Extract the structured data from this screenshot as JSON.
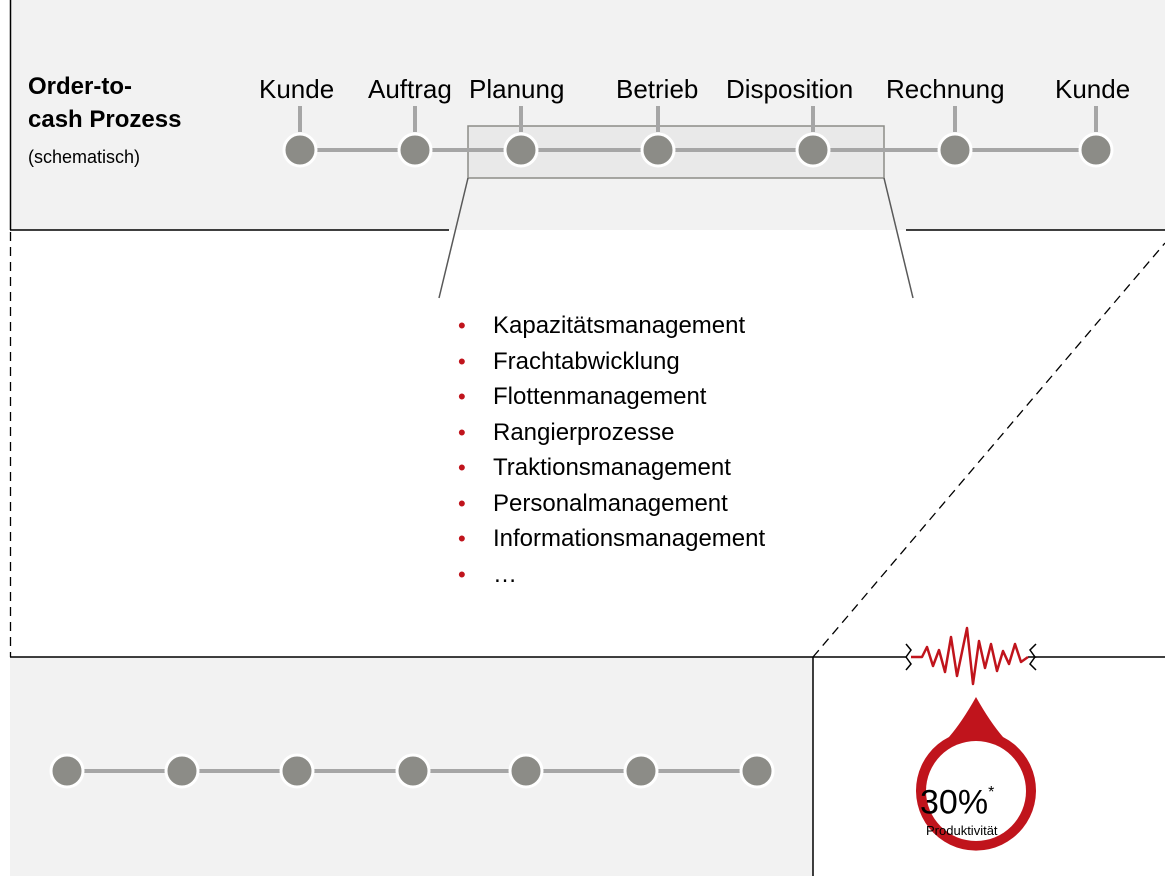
{
  "header": {
    "title_line1": "Order-to-",
    "title_line2": "cash Prozess",
    "subtitle": "(schematisch)"
  },
  "process_steps": [
    "Kunde",
    "Auftrag",
    "Planung",
    "Betrieb",
    "Disposition",
    "Rechnung",
    "Kunde"
  ],
  "activities": [
    "Kapazitätsmanagement",
    "Frachtabwicklung",
    "Flottenmanagement",
    "Rangierprozesse",
    "Traktionsmanagement",
    "Personalmanagement",
    "Informationsmanagement",
    "…"
  ],
  "productivity": {
    "value": "30%",
    "footnote_mark": "*",
    "label": "Produktivität"
  },
  "colors": {
    "panel_fill": "#f2f2f2",
    "node": "#8c8c87",
    "connector": "#a6a6a6",
    "accent": "#c0141c"
  }
}
